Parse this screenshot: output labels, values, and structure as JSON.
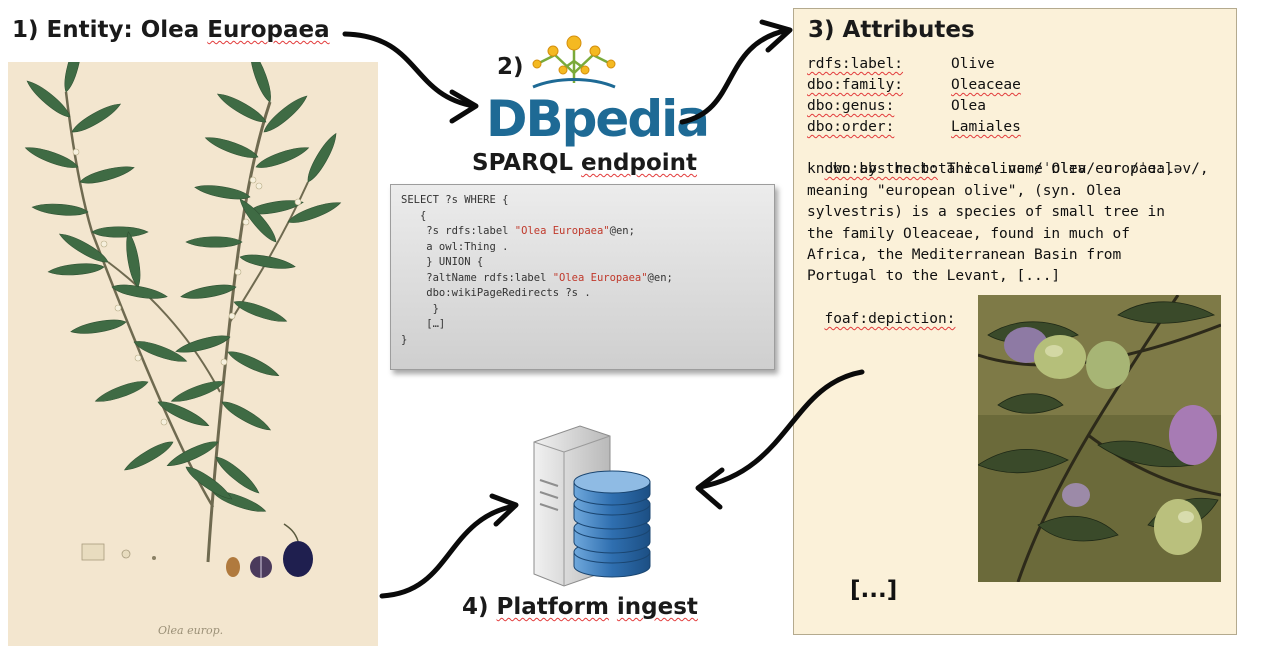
{
  "step1": {
    "number": "1)",
    "label": "Entity: Olea",
    "label_underlined": "Europaea"
  },
  "step2": {
    "number": "2)",
    "logo_text": "DBpedia",
    "caption_word1": "SPARQL",
    "caption_word2": "endpoint"
  },
  "step3": {
    "title": "3) Attributes"
  },
  "step4": {
    "number": "4)",
    "word1": "Platform",
    "word2": "ingest"
  },
  "sparql_query": {
    "lines": [
      {
        "pre": "SELECT ?s WHERE {",
        "str": "",
        "post": ""
      },
      {
        "pre": "   {",
        "str": "",
        "post": ""
      },
      {
        "pre": "    ?s rdfs:label ",
        "str": "\"Olea Europaea\"",
        "post": "@en;"
      },
      {
        "pre": "    a owl:Thing .",
        "str": "",
        "post": ""
      },
      {
        "pre": "    } UNION {",
        "str": "",
        "post": ""
      },
      {
        "pre": "    ?altName rdfs:label ",
        "str": "\"Olea Europaea\"",
        "post": "@en;"
      },
      {
        "pre": "    dbo:wikiPageRedirects ?s .",
        "str": "",
        "post": ""
      },
      {
        "pre": "     }",
        "str": "",
        "post": ""
      },
      {
        "pre": "    […]",
        "str": "",
        "post": ""
      },
      {
        "pre": "}",
        "str": "",
        "post": ""
      }
    ]
  },
  "attributes": [
    {
      "key": "rdfs:label:",
      "value": "Olive"
    },
    {
      "key": "dbo:family:",
      "value": "Oleaceae"
    },
    {
      "key": "dbo:genus:",
      "value": "Olea"
    },
    {
      "key": "dbo:order:",
      "value": "Lamiales"
    }
  ],
  "abstract_key": "dbo:abstract:",
  "abstract_lines": [
    " The olive /ˈɒlɪv/ or /ˈɑːləv/,",
    "known by the botanical name Olea europaea,",
    "meaning \"european olive\", (syn. Olea",
    "sylvestris) is a species of small tree in",
    "the family Oleaceae, found in much of",
    "Africa, the Mediterranean Basin from",
    "Portugal to the Levant, [...]"
  ],
  "depiction_key": "foaf:depiction:",
  "attributes_more": "[...]"
}
